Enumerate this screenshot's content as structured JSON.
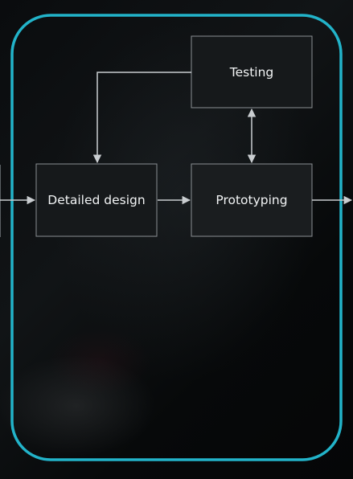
{
  "colors": {
    "container_border": "#22b3c9",
    "box_border": "#8a8f93",
    "box_fill": "#16191b",
    "arrow": "#c9cdd0",
    "text": "#f2f4f5"
  },
  "nodes": {
    "testing": {
      "label": "Testing"
    },
    "detailed_design": {
      "label": "Detailed design"
    },
    "prototyping": {
      "label": "Prototyping"
    }
  }
}
